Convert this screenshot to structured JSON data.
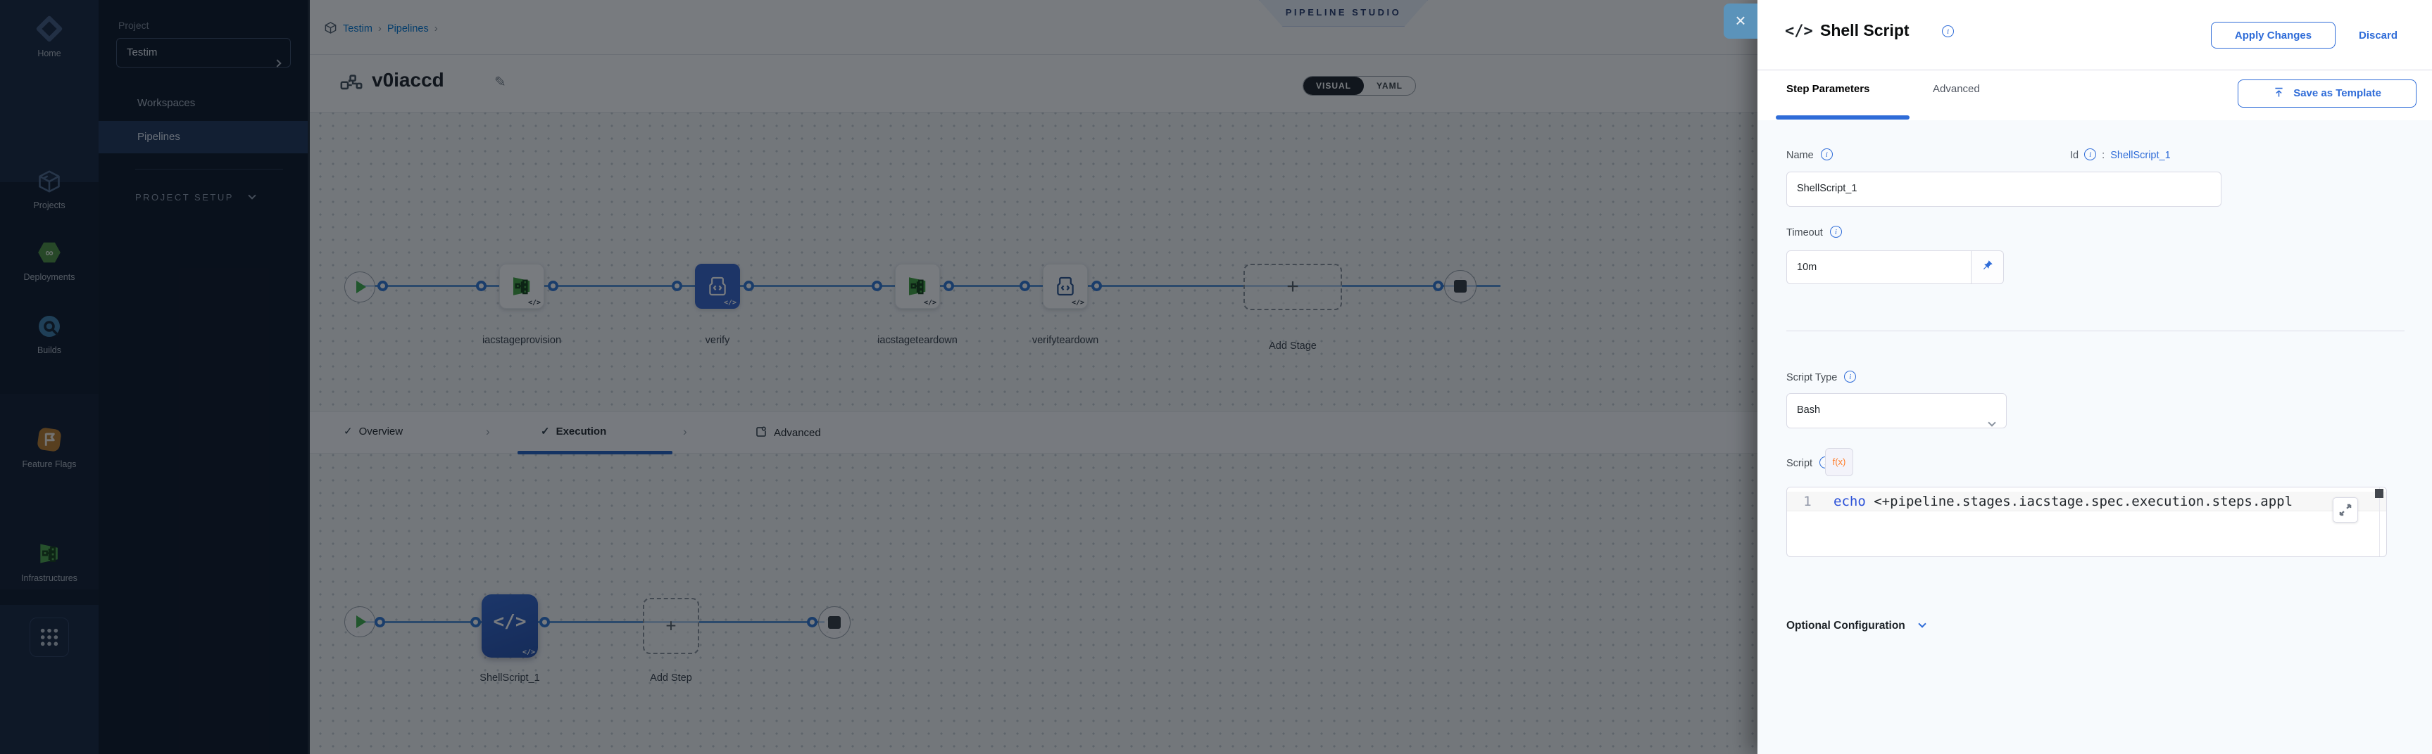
{
  "colors": {
    "accent_blue": "#2f6cd8",
    "link_blue": "#0278d5",
    "node_blue": "#3564c9",
    "green": "#42a33f",
    "dim_overlay": "rgba(10,15,22,0.55)"
  },
  "sidebar": {
    "modules": [
      {
        "label": "Home"
      },
      {
        "label": "Projects"
      },
      {
        "label": "Deployments"
      },
      {
        "label": "Builds"
      },
      {
        "label": "Feature Flags"
      },
      {
        "label": "Infrastructures"
      }
    ]
  },
  "project_panel": {
    "section_label": "Project",
    "project_name": "Testim",
    "workspaces": "Workspaces",
    "pipelines": "Pipelines",
    "setup_label": "PROJECT SETUP"
  },
  "topbar": {
    "breadcrumb_project": "Testim",
    "breadcrumb_pipelines": "Pipelines",
    "studio_badge": "PIPELINE STUDIO",
    "pipeline_name": "v0iaccd",
    "visual": "VISUAL",
    "yaml": "YAML"
  },
  "stage_graph": {
    "stages": [
      {
        "name": "iacstageprovision"
      },
      {
        "name": "verify"
      },
      {
        "name": "iacstageteardown"
      },
      {
        "name": "verifyteardown"
      }
    ],
    "add_stage": "Add Stage"
  },
  "exec_tabs": {
    "overview": "Overview",
    "execution": "Execution",
    "advanced": "Advanced"
  },
  "step_graph": {
    "step_name": "ShellScript_1",
    "add_step": "Add Step"
  },
  "drawer": {
    "title": "Shell Script",
    "apply": "Apply Changes",
    "discard": "Discard",
    "close": "×",
    "tabs": {
      "step_parameters": "Step Parameters",
      "advanced": "Advanced"
    },
    "save_as_template": "Save as Template",
    "form": {
      "name_label": "Name",
      "name_value": "ShellScript_1",
      "id_label": "Id",
      "id_colon": ":",
      "id_value": "ShellScript_1",
      "timeout_label": "Timeout",
      "timeout_value": "10m",
      "script_type_label": "Script Type",
      "script_type_value": "Bash",
      "script_label": "Script",
      "fx": "f(x)",
      "line_number": "1",
      "code_keyword": "echo",
      "code_rest": " <+pipeline.stages.iacstage.spec.execution.steps.appl",
      "optional_configuration": "Optional Configuration"
    }
  }
}
